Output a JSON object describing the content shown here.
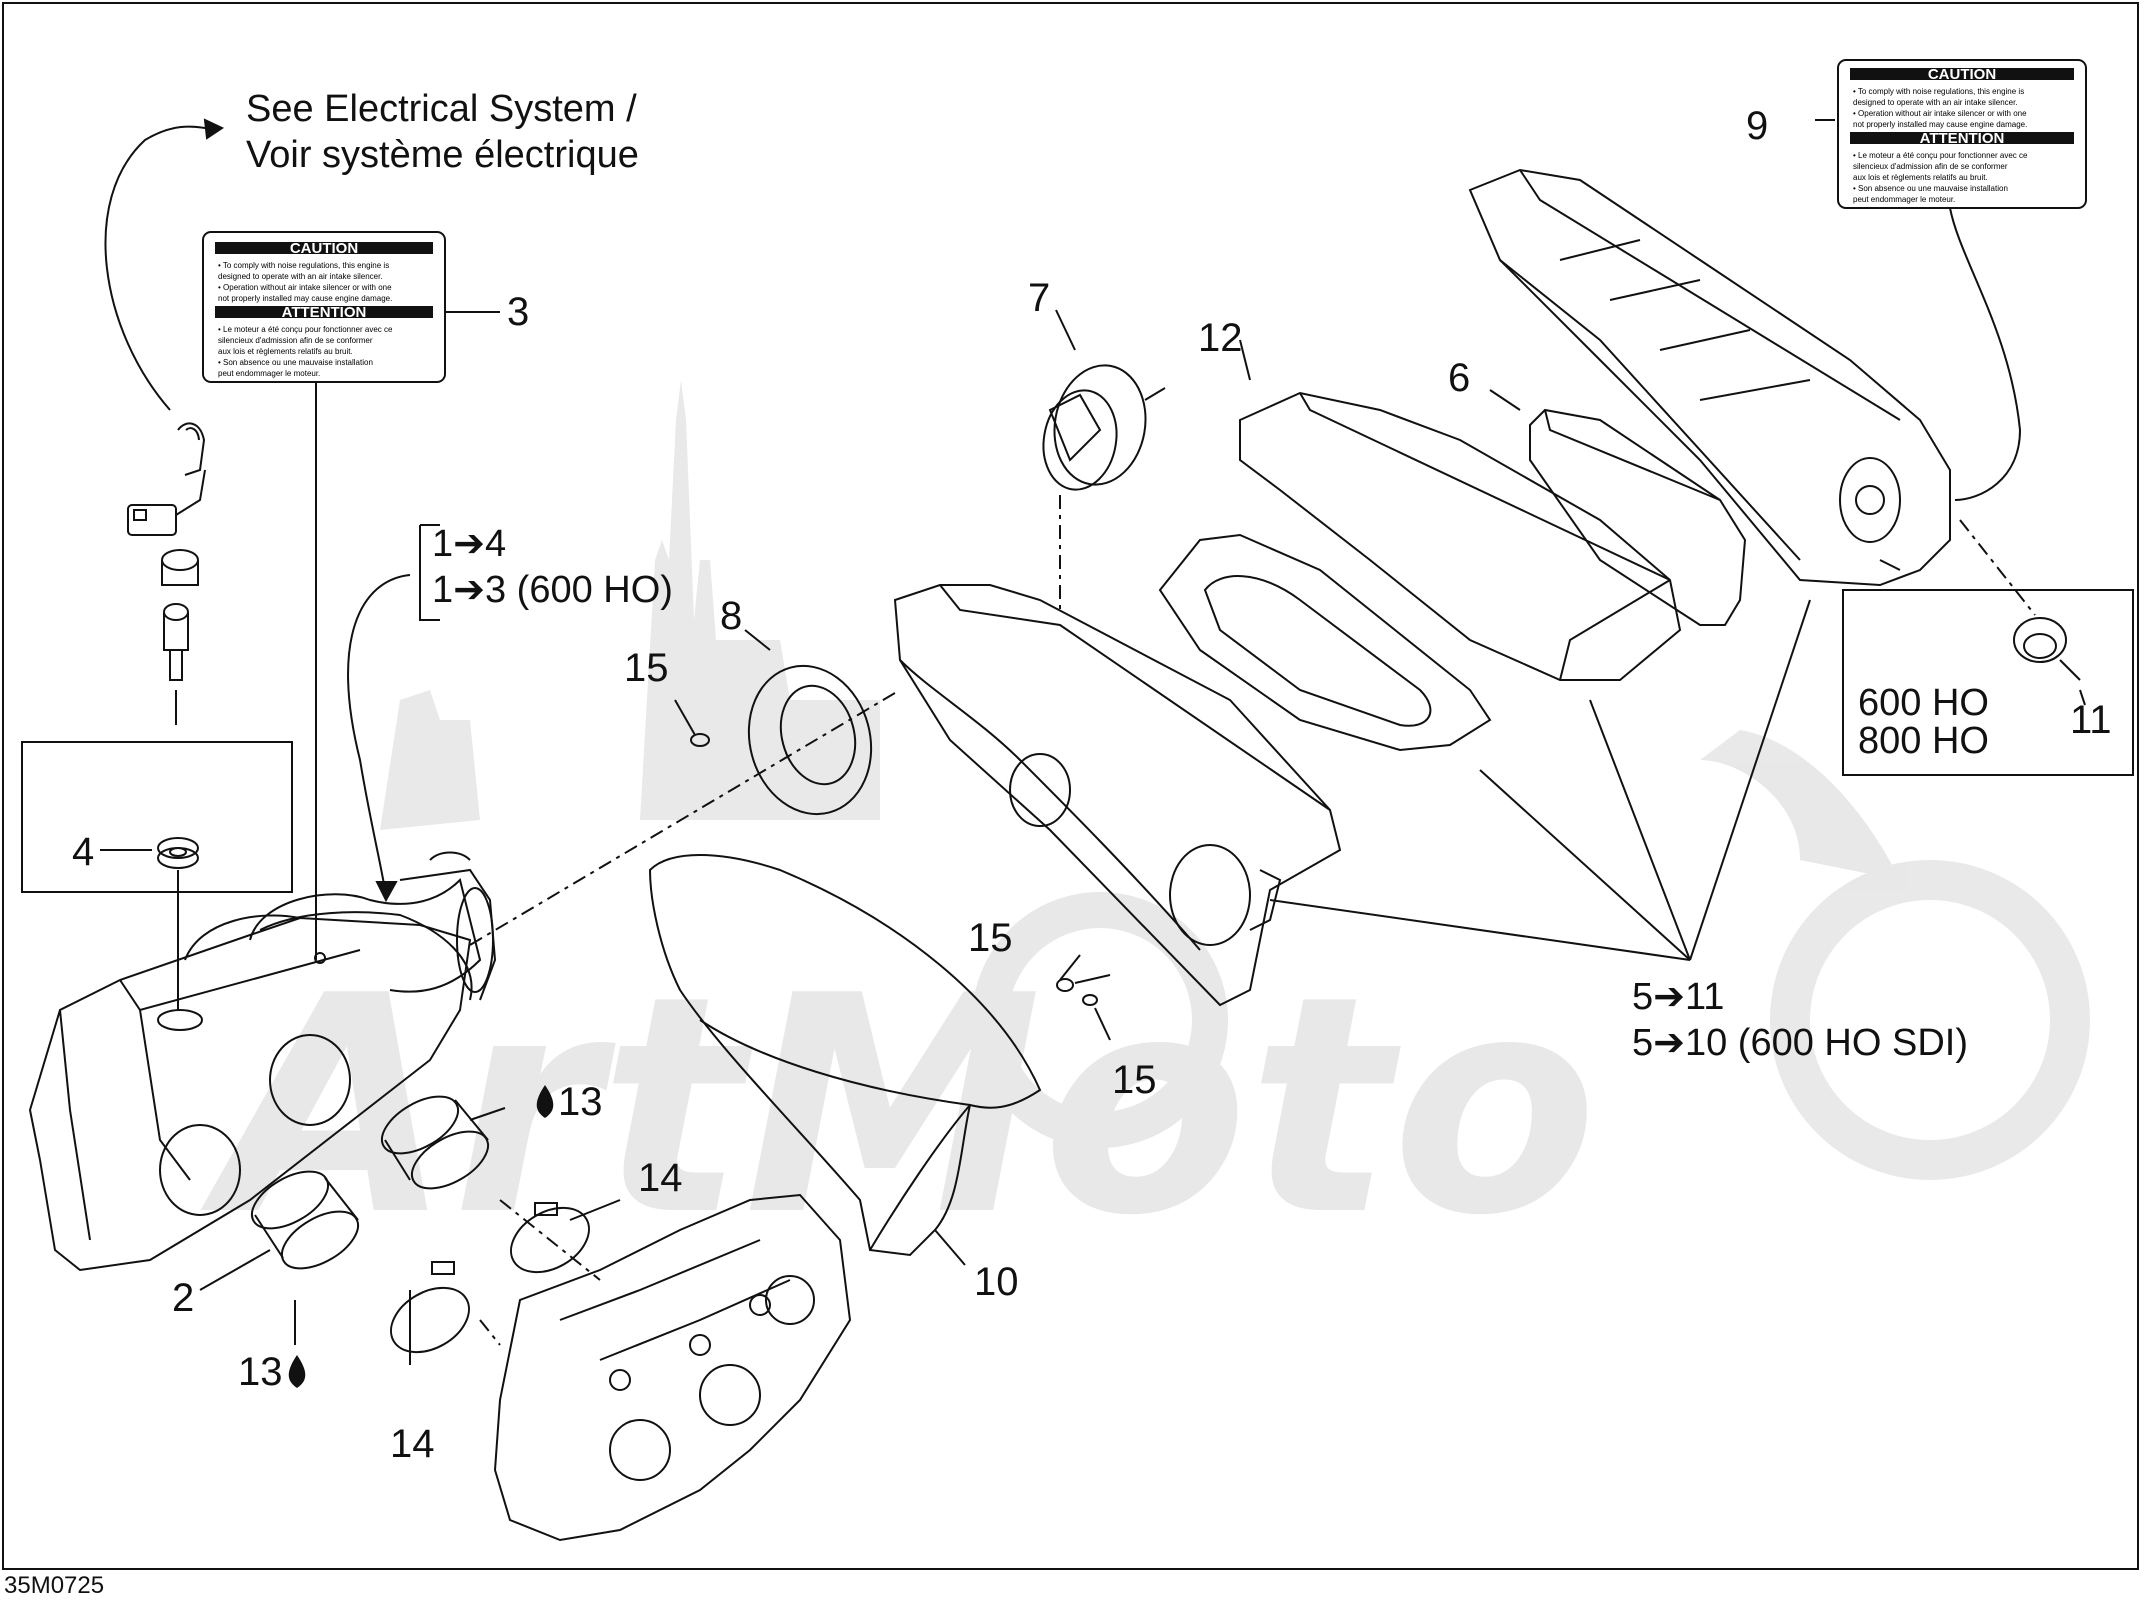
{
  "diagram": {
    "reference_code": "35M0725",
    "electrical_note": {
      "line1": "See Electrical System /",
      "line2": "Voir système électrique"
    },
    "watermark": "ArtMoto",
    "ranges": {
      "a1": "1➔4",
      "a2": "1➔3 (600 HO)",
      "b1": "5➔11",
      "b2": "5➔10 (600 HO SDI)"
    },
    "variant_box": {
      "line1": "600 HO",
      "line2": "800 HO"
    },
    "caution_label": {
      "caution": "CAUTION",
      "caution_text": [
        "• To comply with noise regulations, this engine is",
        "designed to operate with an air intake silencer.",
        "• Operation without air intake silencer or with one",
        "not properly installed may cause engine damage."
      ],
      "attention": "ATTENTION",
      "attention_text": [
        "• Le moteur a été conçu pour fonctionner avec ce",
        "silencieux d'admission afin de se conformer",
        "aux lois et règlements relatifs au bruit.",
        "• Son absence ou une mauvaise installation",
        "peut endommager le moteur."
      ]
    },
    "callouts": {
      "p2": "2",
      "p3": "3",
      "p4": "4",
      "p6": "6",
      "p7": "7",
      "p8": "8",
      "p9": "9",
      "p10": "10",
      "p11": "11",
      "p12": "12",
      "p13a": "13",
      "p13b": "13",
      "p14a": "14",
      "p14b": "14",
      "p15a": "15",
      "p15b": "15",
      "p15c": "15"
    }
  }
}
